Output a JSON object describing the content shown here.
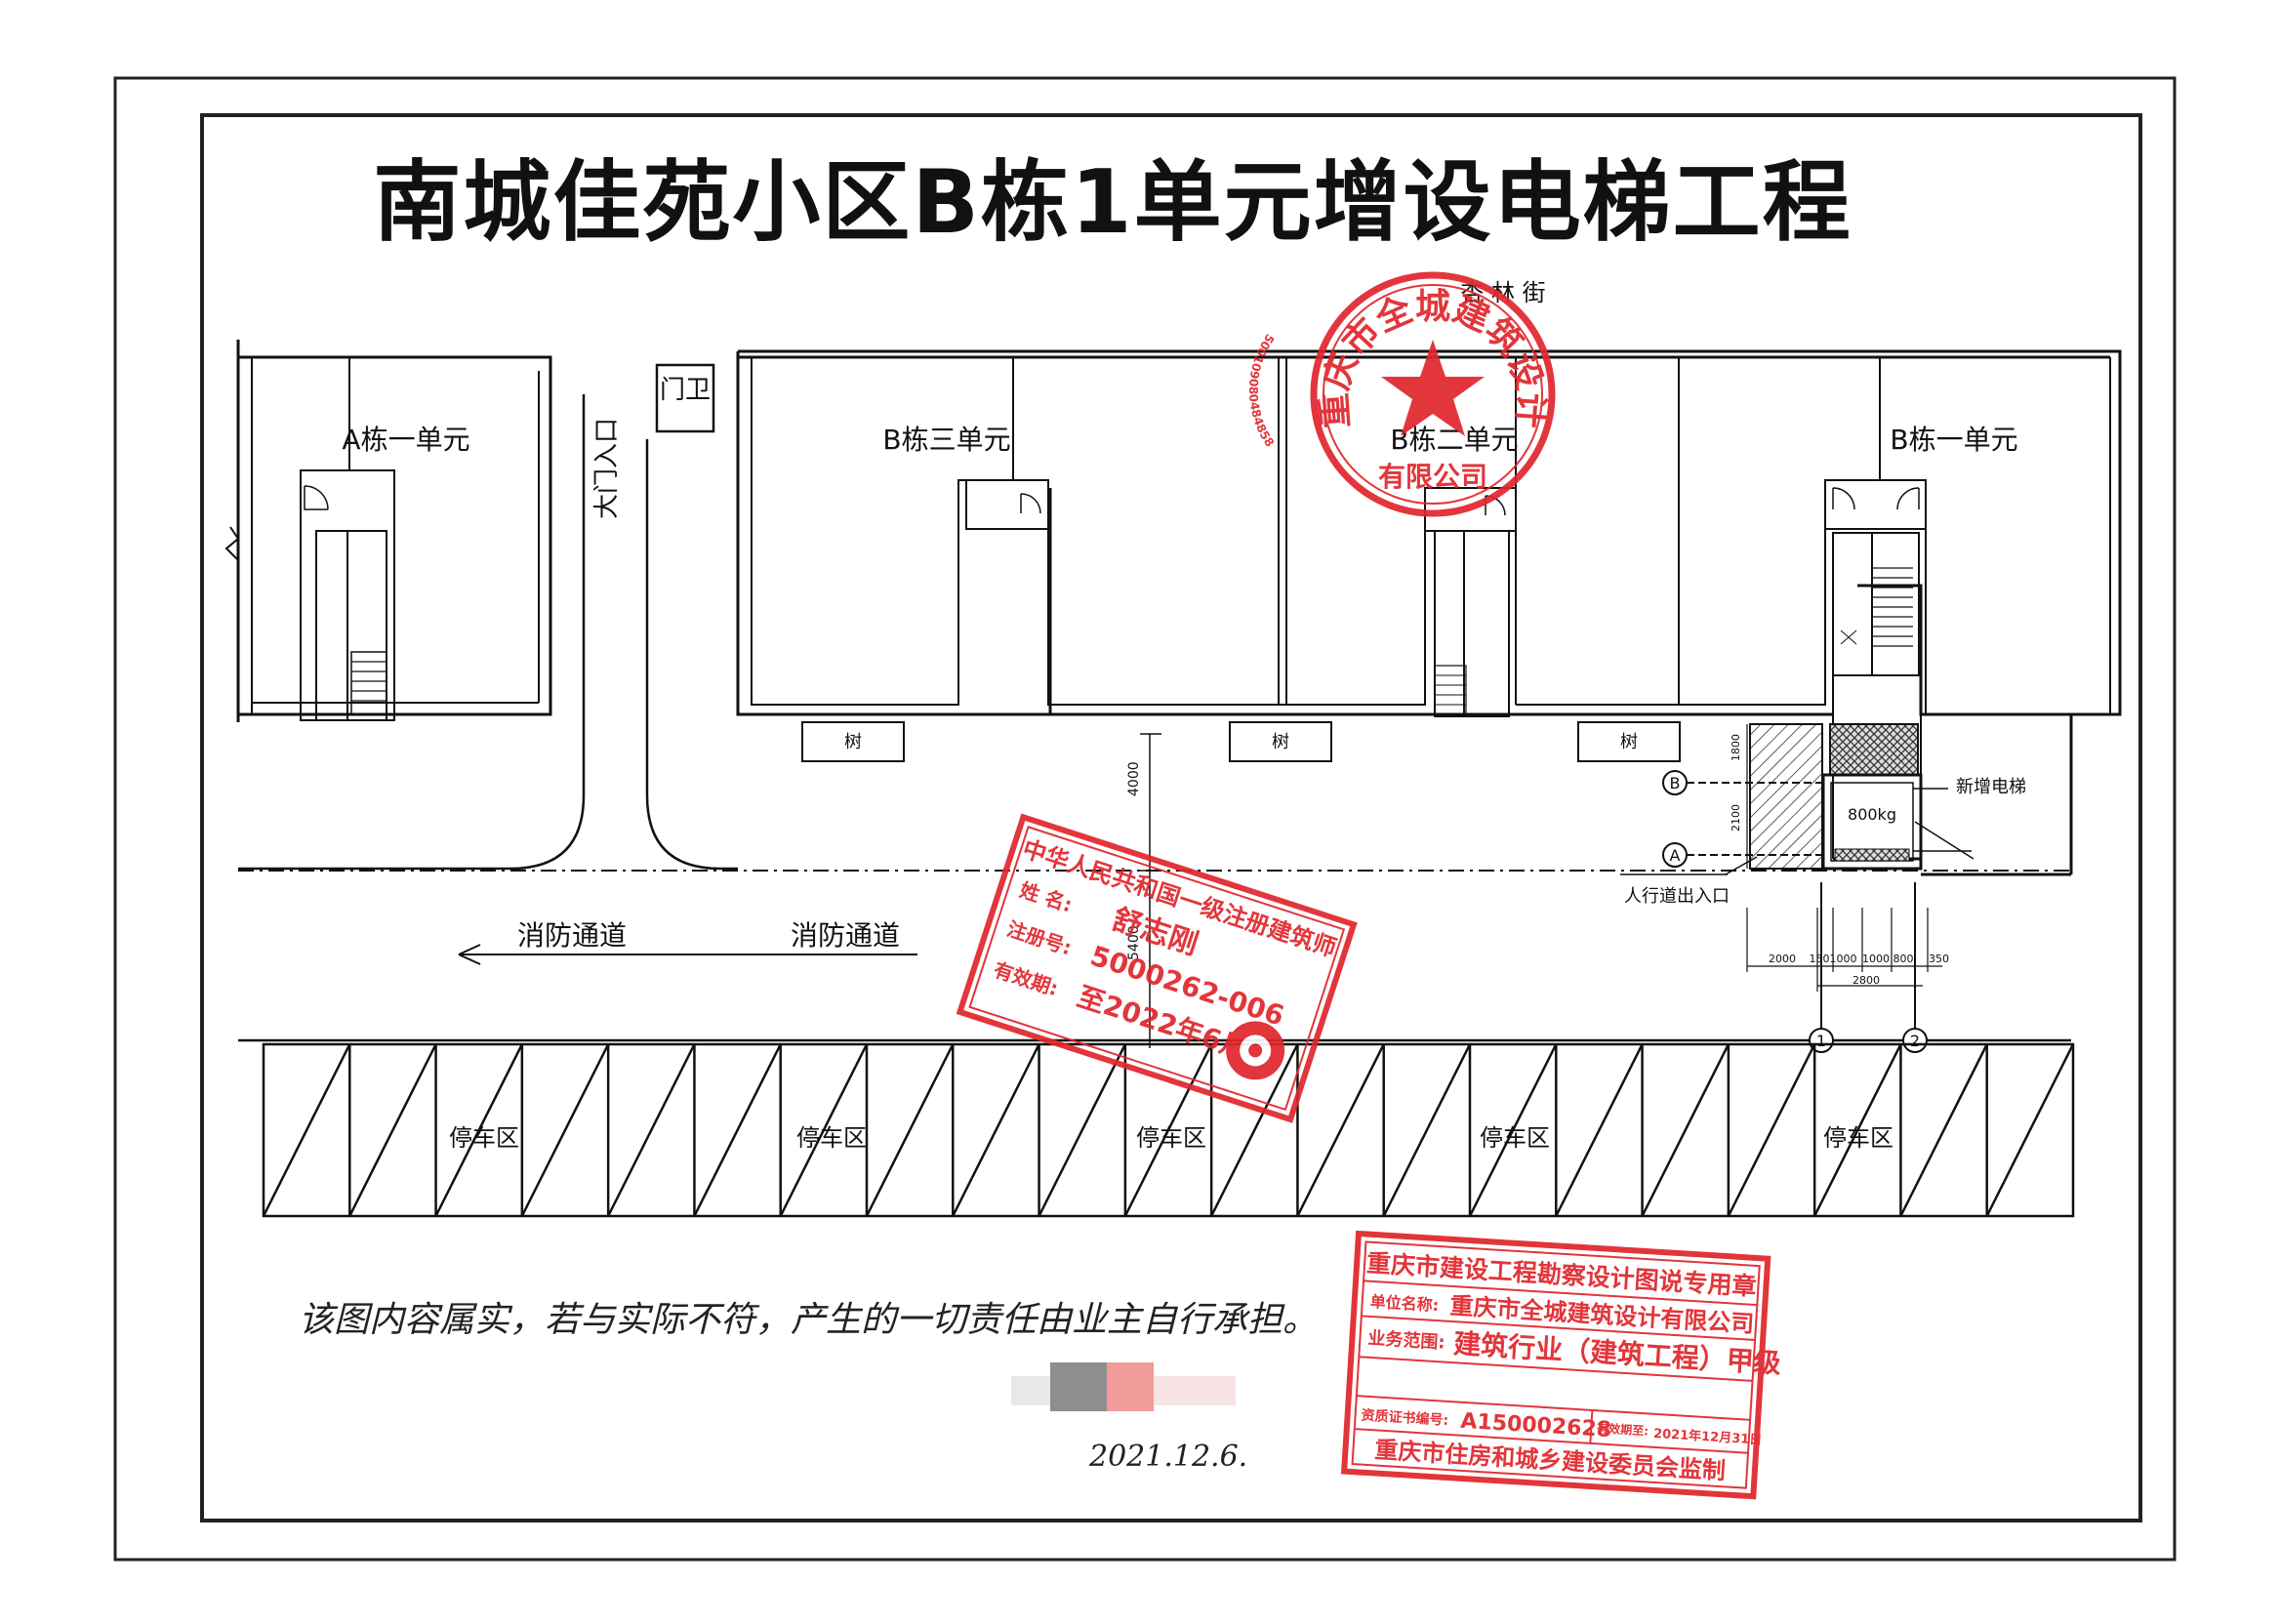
{
  "title": "南城佳苑小区B栋1单元增设电梯工程",
  "street": "杏 林 街",
  "gate_guard": "门卫",
  "gate_entrance": "大门入口",
  "buildings": {
    "a_unit1": "A栋一单元",
    "b_unit3": "B栋三单元",
    "b_unit2": "B栋二单元",
    "b_unit1": "B栋一单元"
  },
  "trees": [
    "树",
    "树",
    "树"
  ],
  "fire_lanes": [
    "消防通道",
    "消防通道"
  ],
  "parking": [
    "停车区",
    "停车区",
    "停车区",
    "停车区",
    "停车区"
  ],
  "elevator": {
    "label": "新增电梯",
    "capacity": "800kg",
    "ped_exit": "人行道出入口",
    "axis_a": "A",
    "axis_b": "B",
    "axis_1": "1",
    "axis_2": "2",
    "dim_vertical": [
      "1800",
      "2100",
      "4000"
    ],
    "dim_horizontal": [
      "2000",
      "1501000",
      "1000",
      "800",
      "350"
    ],
    "dim_total": "2800"
  },
  "dim_left_road": "5400",
  "handwritten_note": "该图内容属实，若与实际不符，产生的一切责任由业主自行承担。",
  "handwritten_date": "2021.12.6.",
  "colors": {
    "stamp_red": "#e0262c",
    "line": "#111111",
    "hatch_fill": "#555555"
  },
  "stamps": {
    "round": {
      "top_text": "重庆市全城建筑设计",
      "bottom_text": "有限公司",
      "side_code": "500109080484858"
    },
    "architect": {
      "line1": "中华人民共和国一级注册建筑师",
      "name_label": "姓  名:",
      "name": "舒志刚",
      "reg_label": "注册号:",
      "reg_no": "5000262-006",
      "valid_label": "有效期:",
      "valid": "至2022年6月"
    },
    "drawing_seal": {
      "line1": "重庆市建设工程勘察设计图说专用章",
      "line2_label": "单位名称:",
      "line2": "重庆市全城建筑设计有限公司",
      "line3_label": "业务范围:",
      "line3": "建筑行业（建筑工程）甲级",
      "line4_label": "资质证书编号:",
      "line4": "A150002628",
      "line4b_label": "有效期至:",
      "line4b": "2021年12月31日",
      "line5": "重庆市住房和城乡建设委员会监制"
    }
  }
}
